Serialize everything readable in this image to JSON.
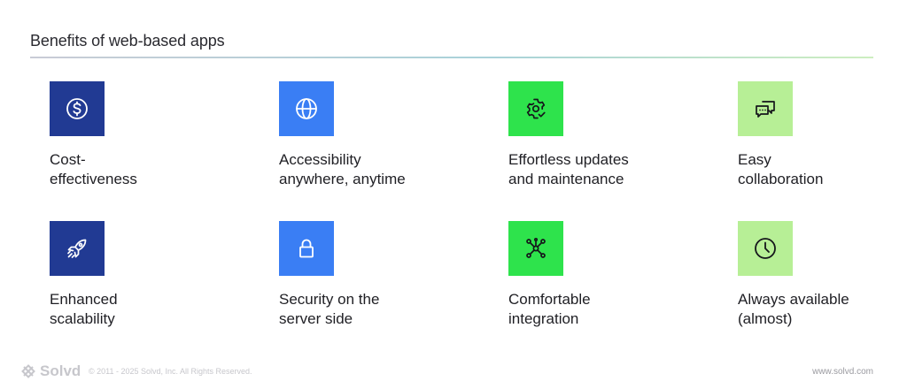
{
  "header": {
    "title": "Benefits of web-based apps"
  },
  "colors": {
    "navy": "#213a93",
    "blue": "#3a7ef4",
    "green": "#2ee34c",
    "lime": "#b7ef96",
    "icon_light": "#ffffff",
    "icon_dark": "#15161b"
  },
  "benefits": [
    {
      "line1": "Cost-",
      "line2": "effectiveness",
      "icon": "dollar-icon"
    },
    {
      "line1": "Accessibility",
      "line2": "anywhere, anytime",
      "icon": "globe-icon"
    },
    {
      "line1": "Effortless updates",
      "line2": "and maintenance",
      "icon": "gear-refresh-icon"
    },
    {
      "line1": "Easy",
      "line2": "collaboration",
      "icon": "chat-bubbles-icon"
    },
    {
      "line1": "Enhanced",
      "line2": "scalability",
      "icon": "rocket-icon"
    },
    {
      "line1": "Security on the",
      "line2": "server side",
      "icon": "lock-icon"
    },
    {
      "line1": "Comfortable",
      "line2": "integration",
      "icon": "network-icon"
    },
    {
      "line1": "Always available",
      "line2": "(almost)",
      "icon": "clock-icon"
    }
  ],
  "footer": {
    "brand": "Solvd",
    "copyright": "© 2011 - 2025 Solvd, Inc. All Rights Reserved.",
    "url": "www.solvd.com"
  }
}
